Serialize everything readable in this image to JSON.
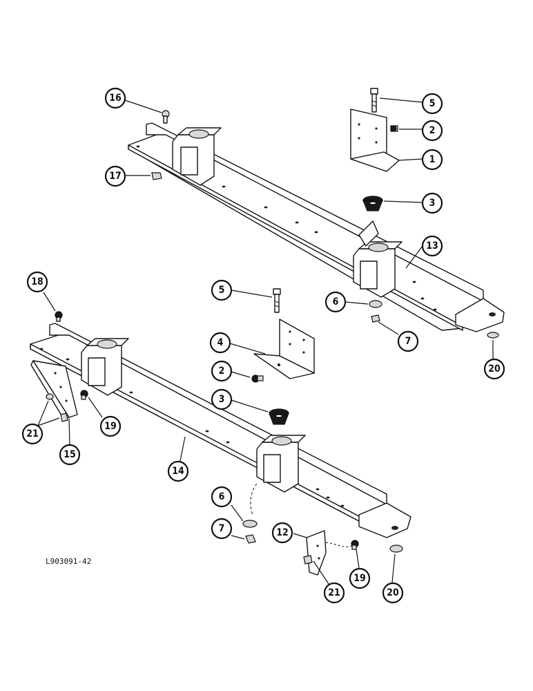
{
  "drawing": {
    "code": "L903091-42",
    "callouts": [
      {
        "id": "c16",
        "label": "16"
      },
      {
        "id": "c5a",
        "label": "5"
      },
      {
        "id": "c2a",
        "label": "2"
      },
      {
        "id": "c1",
        "label": "1"
      },
      {
        "id": "c17",
        "label": "17"
      },
      {
        "id": "c3a",
        "label": "3"
      },
      {
        "id": "c13",
        "label": "13"
      },
      {
        "id": "c18",
        "label": "18"
      },
      {
        "id": "c5b",
        "label": "5"
      },
      {
        "id": "c6a",
        "label": "6"
      },
      {
        "id": "c7a",
        "label": "7"
      },
      {
        "id": "c20a",
        "label": "20"
      },
      {
        "id": "c4",
        "label": "4"
      },
      {
        "id": "c2b",
        "label": "2"
      },
      {
        "id": "c3b",
        "label": "3"
      },
      {
        "id": "c21a",
        "label": "21"
      },
      {
        "id": "c19a",
        "label": "19"
      },
      {
        "id": "c15",
        "label": "15"
      },
      {
        "id": "c14",
        "label": "14"
      },
      {
        "id": "c6b",
        "label": "6"
      },
      {
        "id": "c7b",
        "label": "7"
      },
      {
        "id": "c12",
        "label": "12"
      },
      {
        "id": "c19b",
        "label": "19"
      },
      {
        "id": "c21b",
        "label": "21"
      },
      {
        "id": "c20b",
        "label": "20"
      }
    ]
  }
}
